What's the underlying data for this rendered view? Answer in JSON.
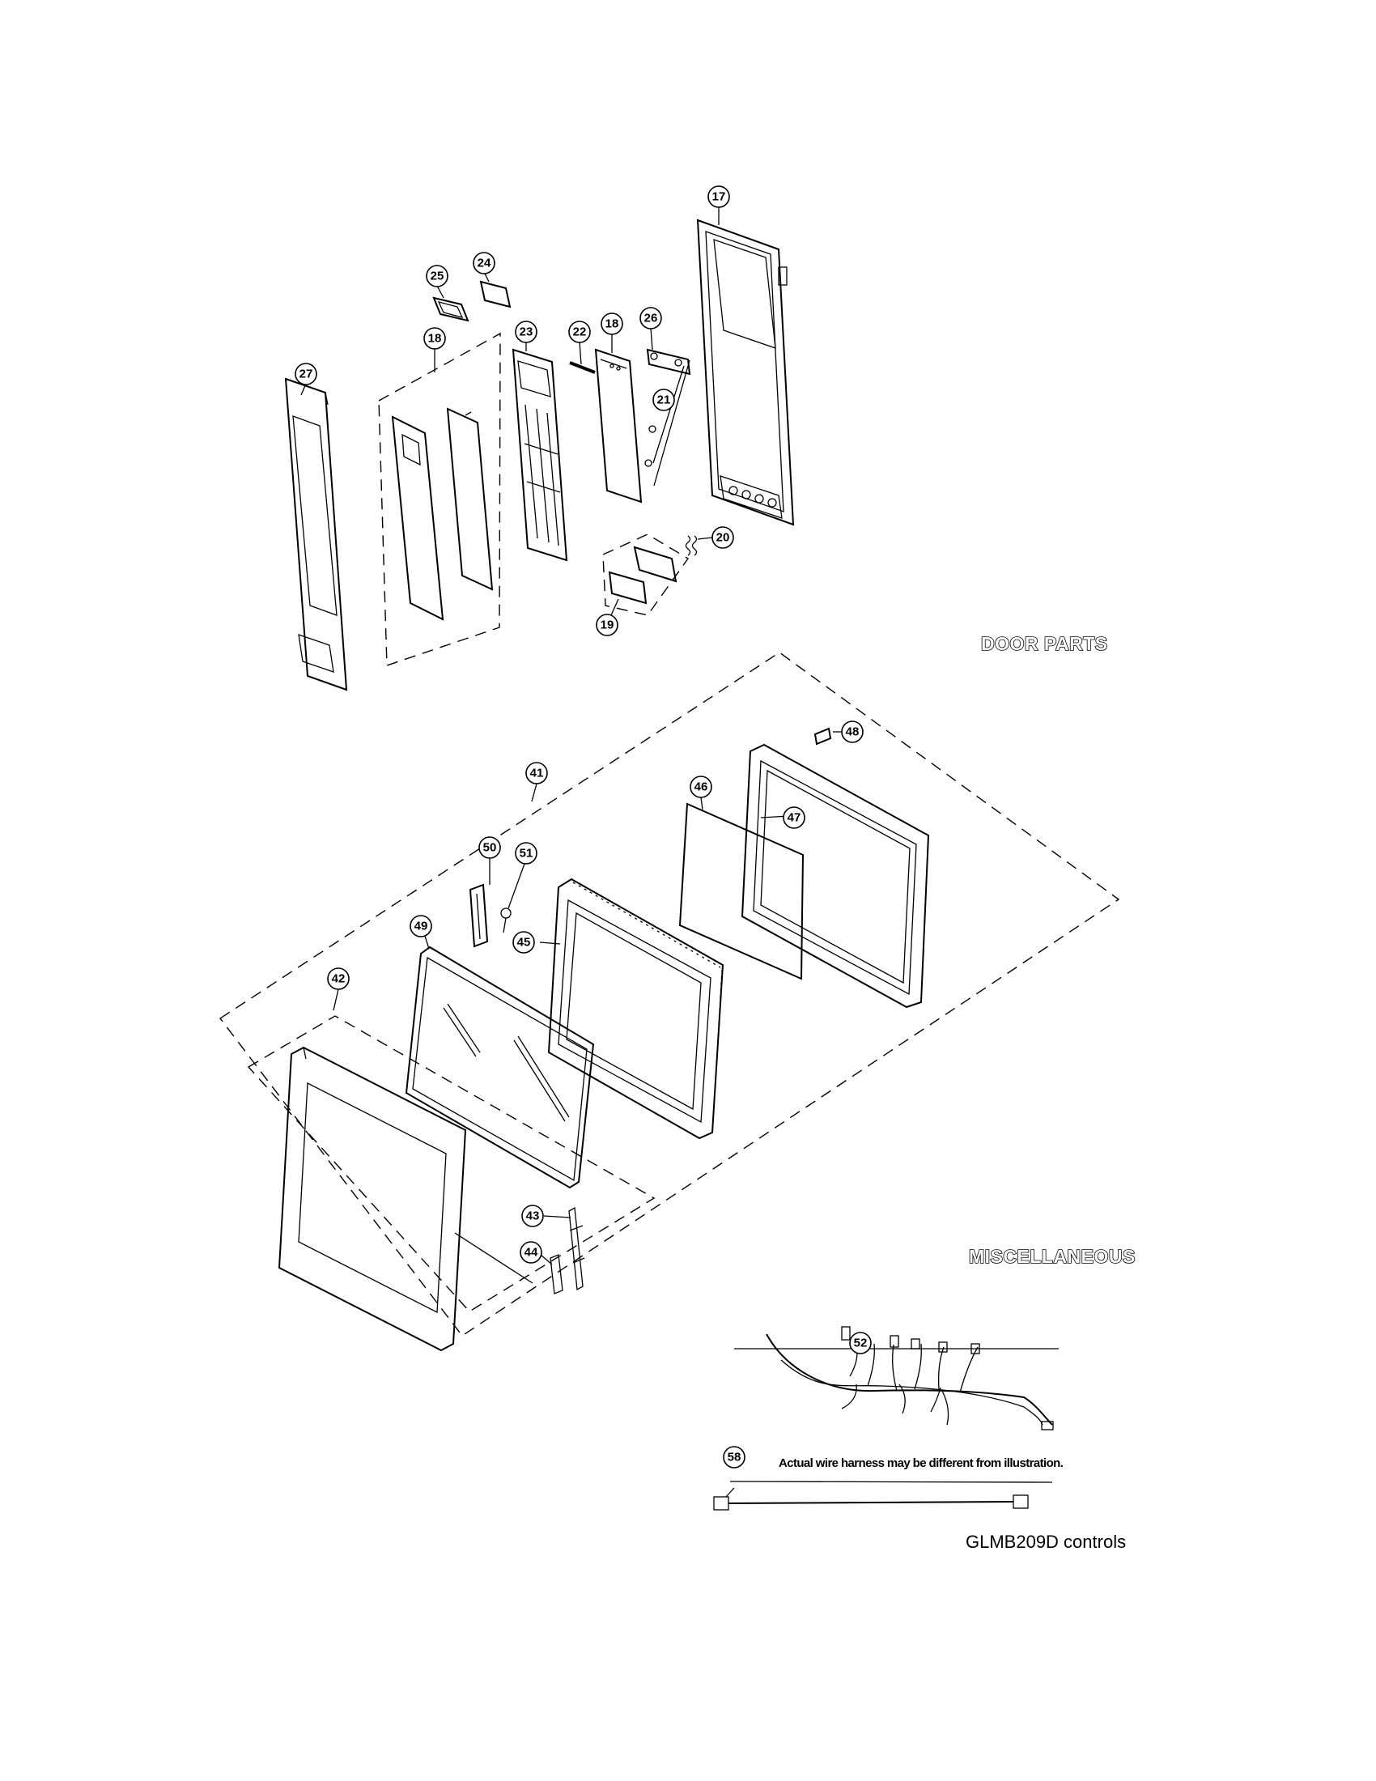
{
  "headings": {
    "door_parts": "DOOR PARTS",
    "miscellaneous": "MISCELLANEOUS"
  },
  "note": "Actual wire harness may be different from illustration.",
  "caption": "GLMB209D controls",
  "callouts": {
    "c17": "17",
    "c24": "24",
    "c25": "25",
    "c18a": "18",
    "c23": "23",
    "c22": "22",
    "c18b": "18",
    "c26": "26",
    "c27": "27",
    "c21": "21",
    "c20": "20",
    "c19": "19",
    "c48": "48",
    "c41": "41",
    "c46": "46",
    "c47": "47",
    "c50": "50",
    "c51": "51",
    "c49": "49",
    "c45": "45",
    "c42": "42",
    "c43": "43",
    "c44": "44",
    "c52": "52",
    "c58": "58"
  }
}
